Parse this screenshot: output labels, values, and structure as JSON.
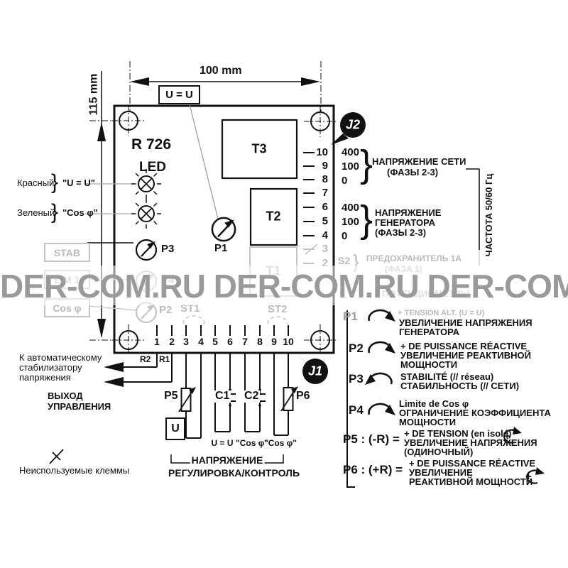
{
  "colors": {
    "ink": "#111111",
    "faded": "#b9b9b9",
    "watermark": "#9a9a9a"
  },
  "watermark_text": "DER-COM.RU DER-COM.RU DER-COM.RU",
  "glyphs": {
    "brace": "}",
    "plus": "+"
  },
  "dimensions": {
    "width": "100 mm",
    "height": "115 mm"
  },
  "board": {
    "model": "R 726",
    "led_title": "LED",
    "leds": [
      {
        "color_name": "Красный",
        "signal": "\"U = U\""
      },
      {
        "color_name": "Зеленый",
        "signal": "\"Cos φ\""
      }
    ],
    "top_box": "U = U",
    "meters": {
      "p1": "P1",
      "p2": "P2",
      "p3": "P3",
      "p4": "P4"
    },
    "transformers": {
      "t1": "T1",
      "t2": "T2",
      "t3": "T3"
    },
    "left_boxes": [
      "STAB",
      "LIM 1",
      "Cos φ"
    ],
    "jumpers": {
      "st1": "ST1",
      "st2": "ST2"
    },
    "bottom_terminals": [
      "1",
      "2",
      "3",
      "4",
      "5",
      "6",
      "7",
      "8",
      "9",
      "10"
    ],
    "right_terminals": [
      "10",
      "9",
      "8",
      "7",
      "6",
      "5",
      "4",
      "3",
      "2"
    ]
  },
  "connectors": {
    "j1": "J1",
    "j2": "J2"
  },
  "right_panel": {
    "mains": {
      "values": [
        "400",
        "100",
        "0"
      ],
      "label_line1": "НАПРЯЖЕНИЕ СЕТИ",
      "label_line2": "(ФАЗЫ 2-3)"
    },
    "generator": {
      "values": [
        "400",
        "100",
        "0"
      ],
      "label_line1": "НАПРЯЖЕНИЕ",
      "label_line2": "ГЕНЕРАТОРА",
      "label_line3": "(ФАЗЫ 2-3)"
    },
    "frequency": "ЧАСТОТА 50/60 Гц",
    "fuse": {
      "ref": "S2",
      "line1": "ПРЕДОХРАНИТЕЛЬ 1А",
      "line2": "(ФАЗА 1)"
    },
    "pots_title": "ПОТЕНЦИОМЕТРЫ"
  },
  "legend": {
    "p1": {
      "ref": "P1",
      "fr": "+ TENSION ALT. (U = U)",
      "ru1": "УВЕЛИЧЕНИЕ НАПРЯЖЕНИЯ",
      "ru2": "ГЕНЕРАТОРА"
    },
    "p2": {
      "ref": "P2",
      "fr": "+ DE PUISSANCE RÉACTIVE",
      "ru1": "УВЕЛИЧЕНИЕ РЕАКТИВНОЙ",
      "ru2": "МОЩНОСТИ"
    },
    "p3": {
      "ref": "P3",
      "fr": "STABILITÉ (// réseau)",
      "ru1": "СТАБИЛЬНОСТЬ (// СЕТИ)"
    },
    "p4": {
      "ref": "P4",
      "fr": "Limite de Cos φ",
      "ru1": "ОГРАНИЧЕНИЕ КОЭФФИЦИЕНТА",
      "ru2": "МОЩНОСТИ"
    },
    "p5": {
      "ref": "P5 : (-R) =",
      "fr": "+ DE TENSION (en isolé)",
      "ru1": "УВЕЛИЧЕНИЕ НАПРЯЖЕНИЯ",
      "ru2": "(ОДИНОЧНЫЙ)"
    },
    "p6": {
      "ref": "P6 : (+R) =",
      "fr": "+ DE PUISSANCE RÉACTIVE",
      "ru1": "УВЕЛИЧЕНИЕ",
      "ru2": "РЕАКТИВНОЙ МОЩНОСТИ"
    }
  },
  "output_section": {
    "dest_line1": "К автоматическому",
    "dest_line2": "стабилизатору",
    "dest_line3": "папряжения",
    "r2": "R2",
    "r1": "R1",
    "out_line1": "ВЫХОД",
    "out_line2": "УПРАВЛЕНИЯ",
    "unused_note": "Неиспользуемые клеммы"
  },
  "controls": {
    "p5": "P5",
    "u_box": "U",
    "c1": "C1",
    "c2": "C2",
    "p6": "P6",
    "lbl_uu": "U = U",
    "lbl_cos1": "\"Cos φ\"",
    "lbl_cos2": "\"Cos φ\"",
    "group_label": "НАПРЯЖЕНИЕ",
    "reg_label": "РЕГУЛИРОВКА/КОНТРОЛЬ"
  }
}
